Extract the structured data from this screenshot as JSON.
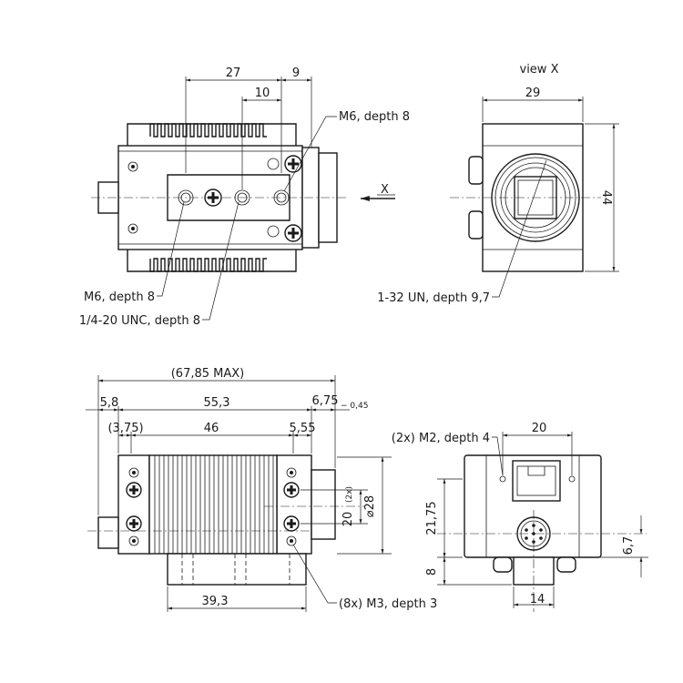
{
  "top_view": {
    "dim_27": "27",
    "dim_9": "9",
    "dim_10": "10",
    "label_m6_top": "M6, depth 8",
    "label_m6_bottom": "M6, depth 8",
    "label_unc": "1/4-20 UNC, depth 8",
    "arrow_x": "X"
  },
  "view_x": {
    "title": "view X",
    "dim_29": "29",
    "dim_44": "44",
    "label_thread": "1-32 UN, depth 9,7"
  },
  "side_view": {
    "dim_overall": "(67,85 MAX)",
    "dim_5_8": "5,8",
    "dim_55_3": "55,3",
    "dim_6_75": "6,75",
    "tol_0_45": "− 0,45",
    "dim_3_75": "(3,75)",
    "dim_46": "46",
    "dim_5_55": "5,55",
    "dim_20": "20",
    "dim_2x": "(2x)",
    "dim_d28": "⌀28",
    "dim_39_3": "39,3",
    "label_m3": "(8x) M3, depth 3"
  },
  "rear_view": {
    "label_m2": "(2x) M2, depth 4",
    "dim_20": "20",
    "dim_21_75": "21,75",
    "dim_8": "8",
    "dim_6_7": "6,7",
    "dim_14": "14"
  }
}
